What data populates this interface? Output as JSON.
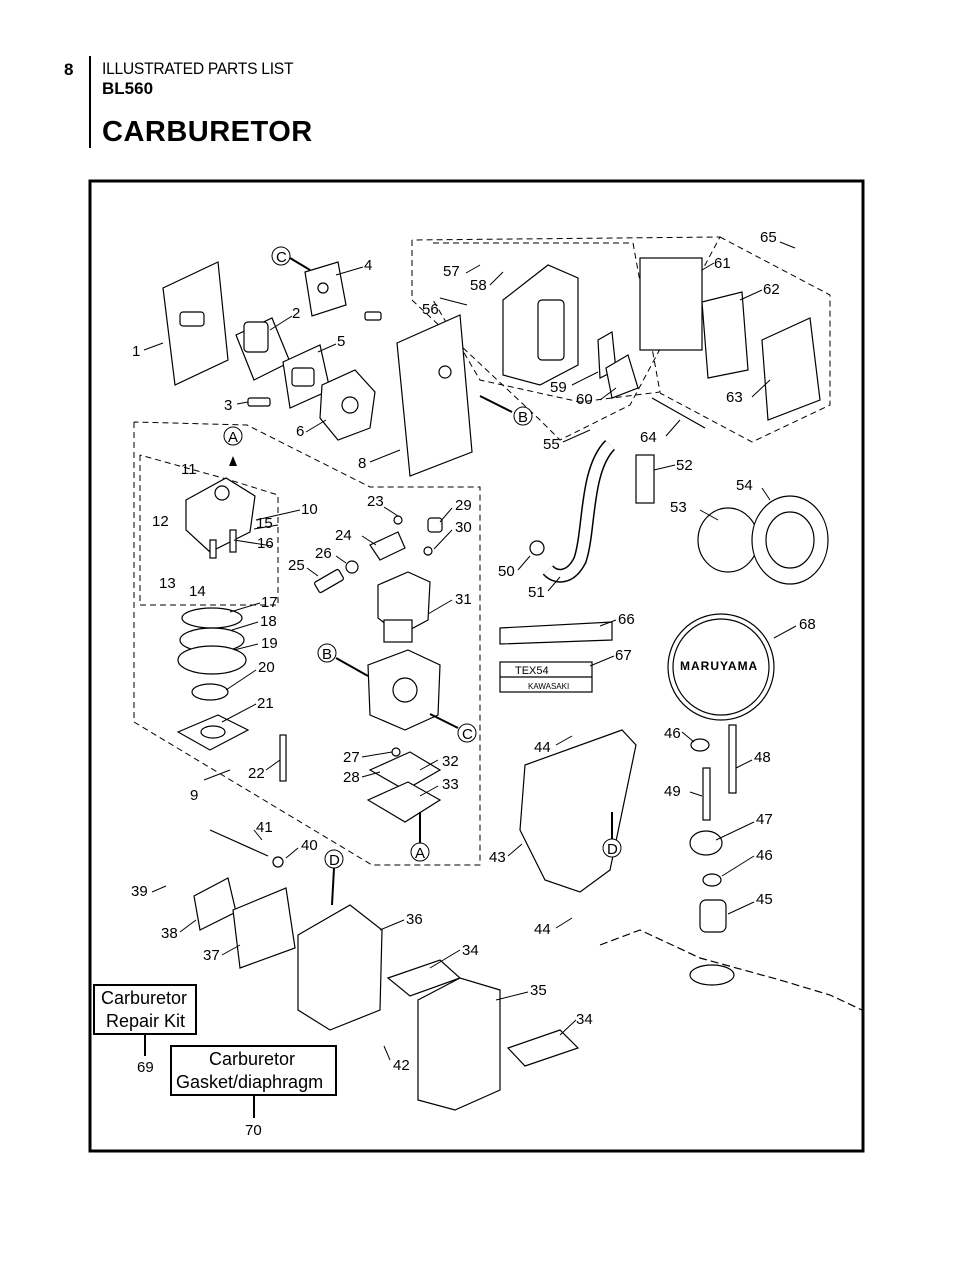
{
  "header": {
    "page_number": "8",
    "section": "ILLUSTRATED PARTS LIST",
    "model": "BL560",
    "title": "CARBURETOR"
  },
  "callouts": [
    "A",
    "B",
    "C",
    "D"
  ],
  "part_labels": [
    "1",
    "2",
    "3",
    "4",
    "5",
    "6",
    "8",
    "9",
    "10",
    "11",
    "12",
    "13",
    "14",
    "15",
    "16",
    "17",
    "18",
    "19",
    "20",
    "21",
    "22",
    "23",
    "24",
    "25",
    "26",
    "27",
    "28",
    "29",
    "30",
    "31",
    "32",
    "33",
    "34",
    "35",
    "36",
    "37",
    "38",
    "39",
    "40",
    "41",
    "42",
    "43",
    "44",
    "45",
    "46",
    "47",
    "48",
    "49",
    "50",
    "51",
    "52",
    "53",
    "54",
    "55",
    "56",
    "57",
    "58",
    "59",
    "60",
    "61",
    "62",
    "63",
    "64",
    "65",
    "66",
    "67",
    "68",
    "69",
    "70"
  ],
  "label_tex": "TEX54",
  "label_maker": "KAWASAKI",
  "logo_text": "MARUYAMA",
  "kits": {
    "repair_line1": "Carburetor",
    "repair_line2": "Repair Kit",
    "repair_number": "69",
    "gasket_line1": "Carburetor",
    "gasket_line2": "Gasket/diaphragm",
    "gasket_number": "70"
  }
}
